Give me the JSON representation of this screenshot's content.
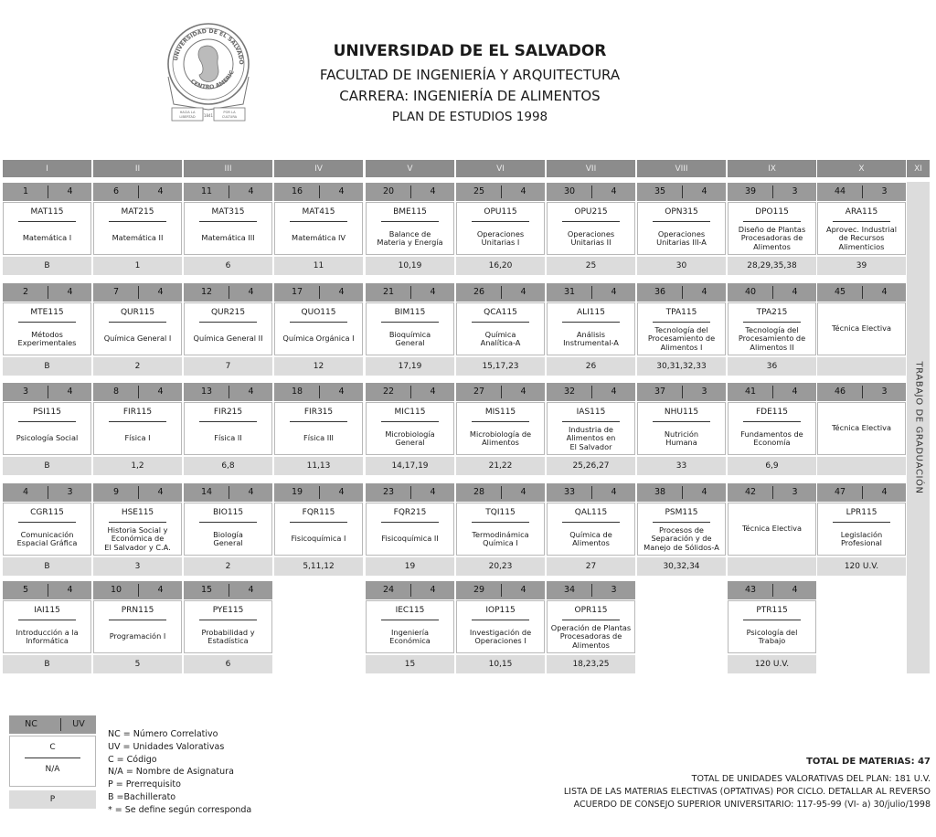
{
  "header": {
    "university": "UNIVERSIDAD DE EL SALVADOR",
    "faculty": "FACULTAD  DE INGENIERÍA Y ARQUITECTURA",
    "career": "CARRERA:  INGENIERÍA DE ALIMENTOS",
    "plan": "PLAN DE ESTUDIOS 1998"
  },
  "seal": {
    "top_text": "UNIVERSIDAD DE EL SALVADOR",
    "bottom_text": "CENTRO AMERICA",
    "ribbon_left": "HACIA LA LIBERTAD",
    "ribbon_right": "POR LA CULTURA",
    "year": "1841"
  },
  "cycles": [
    "I",
    "II",
    "III",
    "IV",
    "V",
    "VI",
    "VII",
    "VIII",
    "IX",
    "X",
    "XI"
  ],
  "thesis_label": "TRABAJO DE GRADUACIÓN",
  "courses": [
    {
      "nc": "1",
      "uv": "4",
      "code": "MAT115",
      "name": "Matemática I",
      "pre": "B"
    },
    {
      "nc": "6",
      "uv": "4",
      "code": "MAT215",
      "name": "Matemática II",
      "pre": "1"
    },
    {
      "nc": "11",
      "uv": "4",
      "code": "MAT315",
      "name": "Matemática III",
      "pre": "6"
    },
    {
      "nc": "16",
      "uv": "4",
      "code": "MAT415",
      "name": "Matemática IV",
      "pre": "11"
    },
    {
      "nc": "20",
      "uv": "4",
      "code": "BME115",
      "name": "Balance de\nMateria y Energía",
      "pre": "10,19"
    },
    {
      "nc": "25",
      "uv": "4",
      "code": "OPU115",
      "name": "Operaciones\nUnitarias I",
      "pre": "16,20"
    },
    {
      "nc": "30",
      "uv": "4",
      "code": "OPU215",
      "name": "Operaciones\nUnitarias II",
      "pre": "25"
    },
    {
      "nc": "35",
      "uv": "4",
      "code": "OPN315",
      "name": "Operaciones\nUnitarias III-A",
      "pre": "30"
    },
    {
      "nc": "39",
      "uv": "3",
      "code": "DPO115",
      "name": "Diseño de Plantas\nProcesadoras de\nAlimentos",
      "pre": "28,29,35,38"
    },
    {
      "nc": "44",
      "uv": "3",
      "code": "ARA115",
      "name": "Aprovec. Industrial\nde Recursos\nAlimenticios",
      "pre": "39"
    },
    {
      "nc": "2",
      "uv": "4",
      "code": "MTE115",
      "name": "Métodos\nExperimentales",
      "pre": "B"
    },
    {
      "nc": "7",
      "uv": "4",
      "code": "QUR115",
      "name": "Química General I",
      "pre": "2"
    },
    {
      "nc": "12",
      "uv": "4",
      "code": "QUR215",
      "name": "Química General II",
      "pre": "7"
    },
    {
      "nc": "17",
      "uv": "4",
      "code": "QUO115",
      "name": "Química Orgánica I",
      "pre": "12"
    },
    {
      "nc": "21",
      "uv": "4",
      "code": "BIM115",
      "name": "Bioquímica\nGeneral",
      "pre": "17,19"
    },
    {
      "nc": "26",
      "uv": "4",
      "code": "QCA115",
      "name": "Química\nAnalítica-A",
      "pre": "15,17,23"
    },
    {
      "nc": "31",
      "uv": "4",
      "code": "ALI115",
      "name": "Análisis\nInstrumental-A",
      "pre": "26"
    },
    {
      "nc": "36",
      "uv": "4",
      "code": "TPA115",
      "name": "Tecnología del\nProcesamiento de\nAlimentos I",
      "pre": "30,31,32,33"
    },
    {
      "nc": "40",
      "uv": "4",
      "code": "TPA215",
      "name": "Tecnología del\nProcesamiento de\nAlimentos II",
      "pre": "36"
    },
    {
      "nc": "45",
      "uv": "4",
      "code": "",
      "name": "Técnica Electiva",
      "pre": ""
    },
    {
      "nc": "3",
      "uv": "4",
      "code": "PSI115",
      "name": "Psicología Social",
      "pre": "B"
    },
    {
      "nc": "8",
      "uv": "4",
      "code": "FIR115",
      "name": "Física I",
      "pre": "1,2"
    },
    {
      "nc": "13",
      "uv": "4",
      "code": "FIR215",
      "name": "Física II",
      "pre": "6,8"
    },
    {
      "nc": "18",
      "uv": "4",
      "code": "FIR315",
      "name": "Física III",
      "pre": "11,13"
    },
    {
      "nc": "22",
      "uv": "4",
      "code": "MIC115",
      "name": "Microbiología\nGeneral",
      "pre": "14,17,19"
    },
    {
      "nc": "27",
      "uv": "4",
      "code": "MIS115",
      "name": "Microbiología de\nAlimentos",
      "pre": "21,22"
    },
    {
      "nc": "32",
      "uv": "4",
      "code": "IAS115",
      "name": "Industria de\nAlimentos en\nEl Salvador",
      "pre": "25,26,27"
    },
    {
      "nc": "37",
      "uv": "3",
      "code": "NHU115",
      "name": "Nutrición\nHumana",
      "pre": "33"
    },
    {
      "nc": "41",
      "uv": "4",
      "code": "FDE115",
      "name": "Fundamentos de\nEconomía",
      "pre": "6,9"
    },
    {
      "nc": "46",
      "uv": "3",
      "code": "",
      "name": "Técnica Electiva",
      "pre": ""
    },
    {
      "nc": "4",
      "uv": "3",
      "code": "CGR115",
      "name": "Comunicación\nEspacial Gráfica",
      "pre": "B"
    },
    {
      "nc": "9",
      "uv": "4",
      "code": "HSE115",
      "name": "Historia Social y\nEconómica de\nEl Salvador y C.A.",
      "pre": "3"
    },
    {
      "nc": "14",
      "uv": "4",
      "code": "BIO115",
      "name": "Biología\nGeneral",
      "pre": "2"
    },
    {
      "nc": "19",
      "uv": "4",
      "code": "FQR115",
      "name": "Fisicoquímica I",
      "pre": "5,11,12"
    },
    {
      "nc": "23",
      "uv": "4",
      "code": "FQR215",
      "name": "Fisicoquímica II",
      "pre": "19"
    },
    {
      "nc": "28",
      "uv": "4",
      "code": "TQI115",
      "name": "Termodinámica\nQuímica I",
      "pre": "20,23"
    },
    {
      "nc": "33",
      "uv": "4",
      "code": "QAL115",
      "name": "Química de\nAlimentos",
      "pre": "27"
    },
    {
      "nc": "38",
      "uv": "4",
      "code": "PSM115",
      "name": "Procesos de\nSeparación y de\nManejo de Sólidos-A",
      "pre": "30,32,34"
    },
    {
      "nc": "42",
      "uv": "3",
      "code": "",
      "name": "Técnica Electiva",
      "pre": ""
    },
    {
      "nc": "47",
      "uv": "4",
      "code": "LPR115",
      "name": "Legislación\nProfesional",
      "pre": "120 U.V."
    },
    {
      "nc": "5",
      "uv": "4",
      "code": "IAI115",
      "name": "Introducción a la\nInformática",
      "pre": "B"
    },
    {
      "nc": "10",
      "uv": "4",
      "code": "PRN115",
      "name": "Programación I",
      "pre": "5"
    },
    {
      "nc": "15",
      "uv": "4",
      "code": "PYE115",
      "name": "Probabilidad y\nEstadística",
      "pre": "6"
    },
    {
      "nc": "24",
      "uv": "4",
      "code": "IEC115",
      "name": "Ingeniería\nEconómica",
      "pre": "15"
    },
    {
      "nc": "29",
      "uv": "4",
      "code": "IOP115",
      "name": "Investigación de\nOperaciones I",
      "pre": "10,15"
    },
    {
      "nc": "34",
      "uv": "3",
      "code": "OPR115",
      "name": "Operación de Plantas\nProcesadoras de\nAlimentos",
      "pre": "18,23,25"
    },
    {
      "nc": "43",
      "uv": "4",
      "code": "PTR115",
      "name": "Psicología del\nTrabajo",
      "pre": "120 U.V."
    }
  ],
  "legend": {
    "box_nc": "NC",
    "box_uv": "UV",
    "box_c": "C",
    "box_na": "N/A",
    "box_p": "P",
    "lines": [
      "NC = Número Correlativo",
      "UV = Unidades Valorativas",
      "C = Código",
      "N/A = Nombre de Asignatura",
      "P = Prerrequisito",
      "B =Bachillerato",
      "* = Se define según corresponda"
    ]
  },
  "footer": {
    "total_materias": "TOTAL DE MATERIAS: 47",
    "total_uv": "TOTAL DE UNIDADES VALORATIVAS DEL PLAN: 181 U.V.",
    "electivas": "LISTA DE LAS MATERIAS ELECTIVAS (OPTATIVAS) POR CICLO. DETALLAR AL REVERSO",
    "acuerdo": "ACUERDO DE CONSEJO SUPERIOR UNIVERSITARIO: 117-95-99 (VI- a) 30/julio/1998"
  }
}
